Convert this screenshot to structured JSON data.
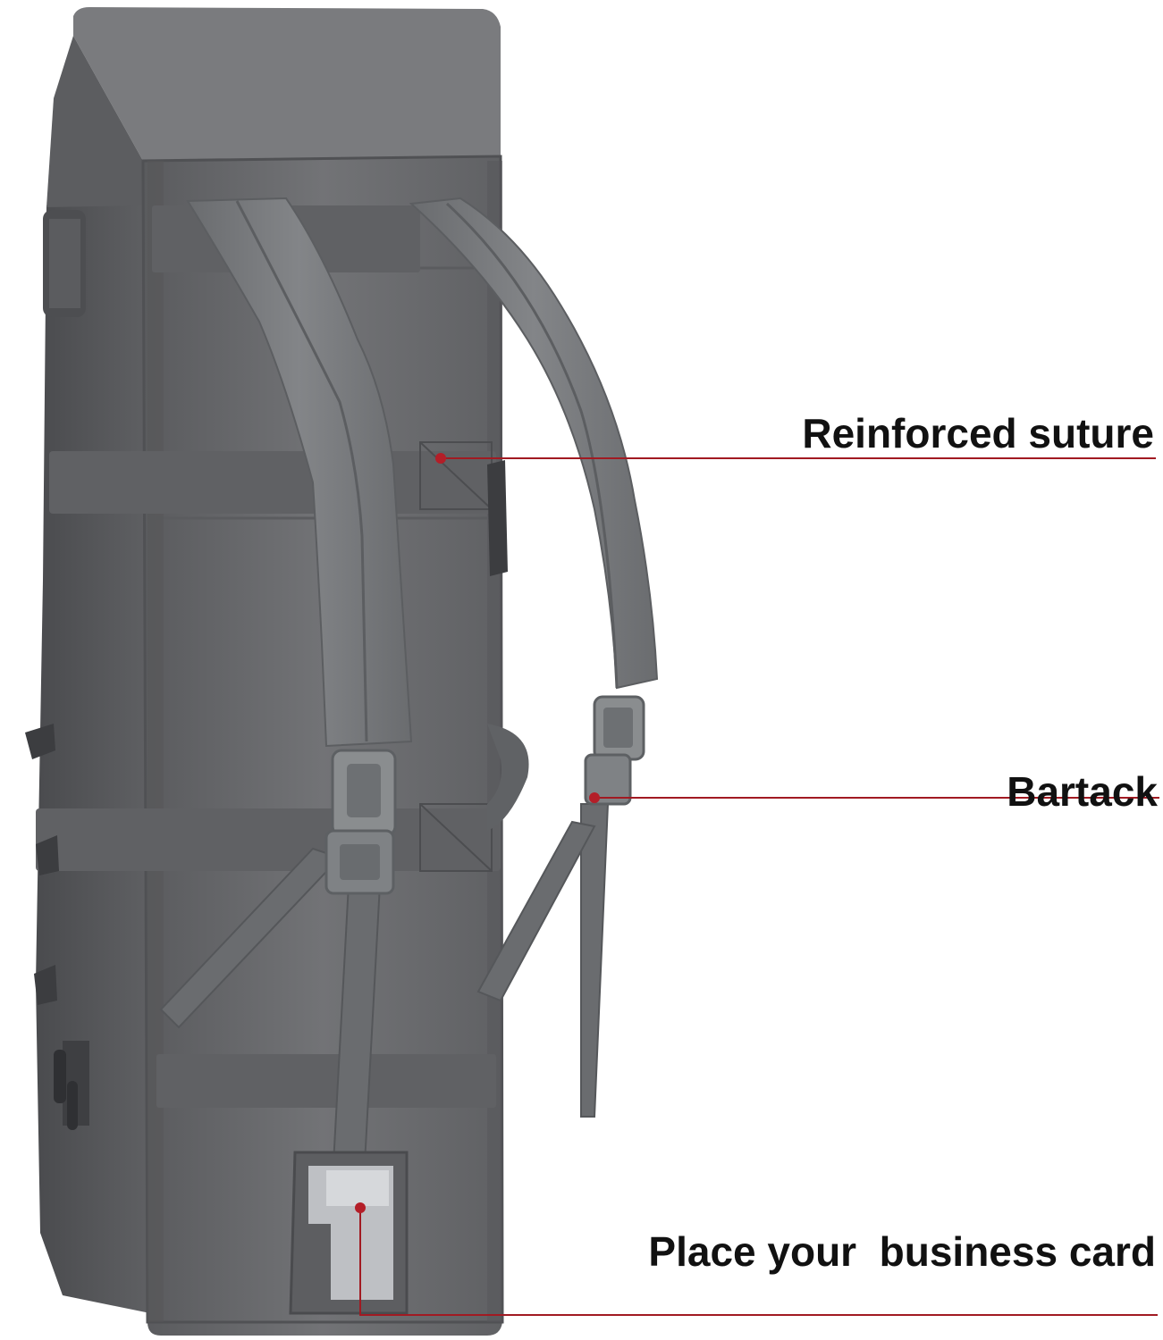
{
  "image": {
    "subject": "grey-bag-back-view"
  },
  "callouts": [
    {
      "label": "Reinforced suture"
    },
    {
      "label": "Bartack"
    },
    {
      "label": "Place your  business card"
    }
  ],
  "colors": {
    "bag_body": "#6e6f71",
    "bag_dark": "#4e4f52",
    "strap": "#77797b",
    "buckle": "#8a8d8f",
    "leader_line": "#a11a22",
    "leader_dot": "#b41e28",
    "label_text": "#111111",
    "background": "#ffffff"
  }
}
